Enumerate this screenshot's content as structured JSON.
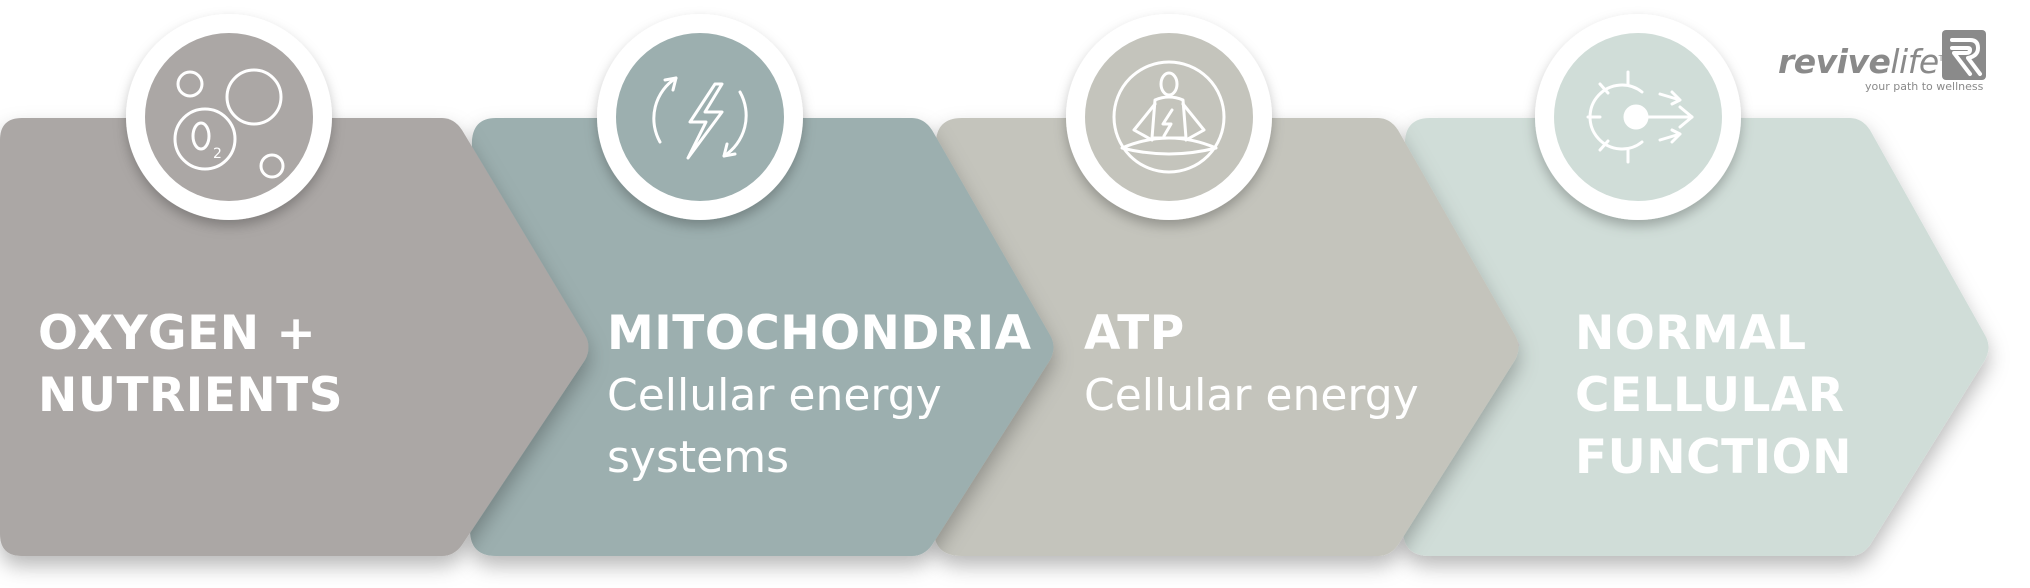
{
  "colors": {
    "step1": "#aba7a5",
    "step2": "#9cafaf",
    "step3": "#c4c4bc",
    "step4": "#d0ddd8",
    "circle": "#ffffff",
    "icon_fill_1": "#aba7a5",
    "icon_fill_2": "#9cafaf",
    "icon_fill_3": "#c4c4bc",
    "icon_fill_4": "#d0ddd8",
    "logo": "#8a8a8a"
  },
  "steps": [
    {
      "title_line1": "OXYGEN +",
      "title_line2": "NUTRIENTS",
      "subtitle_line1": "",
      "subtitle_line2": "",
      "icon": "oxygen-bubbles-icon"
    },
    {
      "title_line1": "MITOCHONDRIA",
      "title_line2": "",
      "subtitle_line1": "Cellular energy",
      "subtitle_line2": "systems",
      "icon": "energy-cycle-icon"
    },
    {
      "title_line1": "ATP",
      "title_line2": "",
      "subtitle_line1": "Cellular energy",
      "subtitle_line2": "",
      "icon": "meditation-icon"
    },
    {
      "title_line1": "NORMAL",
      "title_line2": "CELLULAR",
      "title_line3": "FUNCTION",
      "icon": "cell-function-gear-icon"
    }
  ],
  "logo": {
    "brand_bold": "revive",
    "brand_light": "life",
    "trademark": "TM",
    "tagline": "your path to wellness"
  }
}
